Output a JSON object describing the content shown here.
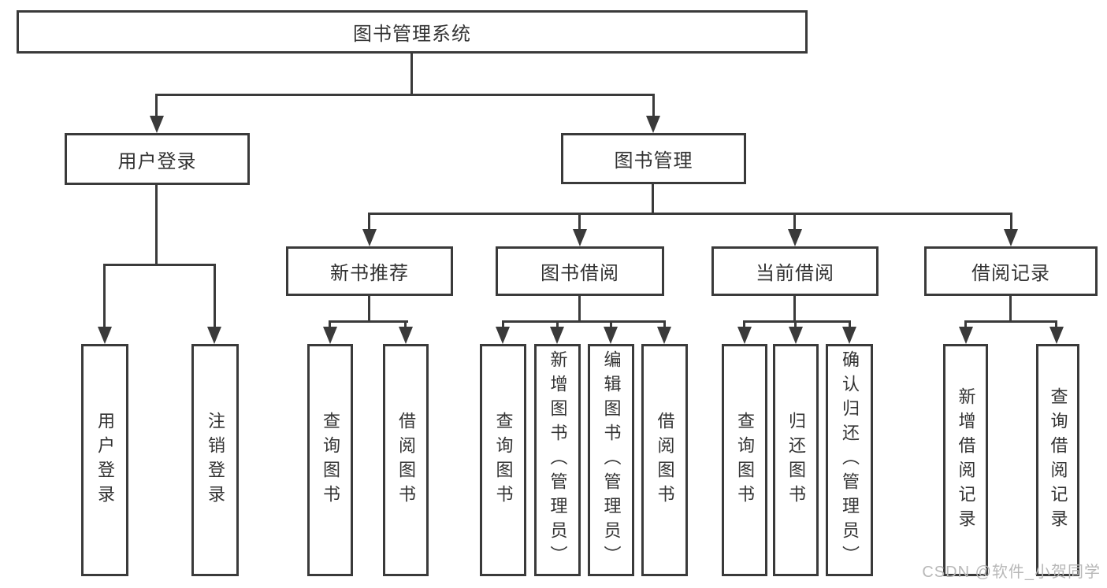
{
  "colors": {
    "line": "#3a3a3a",
    "text": "#333333",
    "background": "#ffffff",
    "watermark": "#b8b8b8"
  },
  "watermark": {
    "text": "CSDN @软件_小贺同学"
  },
  "tree": {
    "label": "图书管理系统",
    "children": [
      {
        "label": "用户登录",
        "children": [
          {
            "label": "用户登录"
          },
          {
            "label": "注销登录"
          }
        ]
      },
      {
        "label": "图书管理",
        "children": [
          {
            "label": "新书推荐",
            "children": [
              {
                "label": "查询图书"
              },
              {
                "label": "借阅图书"
              }
            ]
          },
          {
            "label": "图书借阅",
            "children": [
              {
                "label": "查询图书"
              },
              {
                "label": "新增图书（管理员）"
              },
              {
                "label": "编辑图书（管理员）"
              },
              {
                "label": "借阅图书"
              }
            ]
          },
          {
            "label": "当前借阅",
            "children": [
              {
                "label": "查询图书"
              },
              {
                "label": "归还图书"
              },
              {
                "label": "确认归还（管理员）"
              }
            ]
          },
          {
            "label": "借阅记录",
            "children": [
              {
                "label": "新增借阅记录"
              },
              {
                "label": "查询借阅记录"
              }
            ]
          }
        ]
      }
    ]
  }
}
